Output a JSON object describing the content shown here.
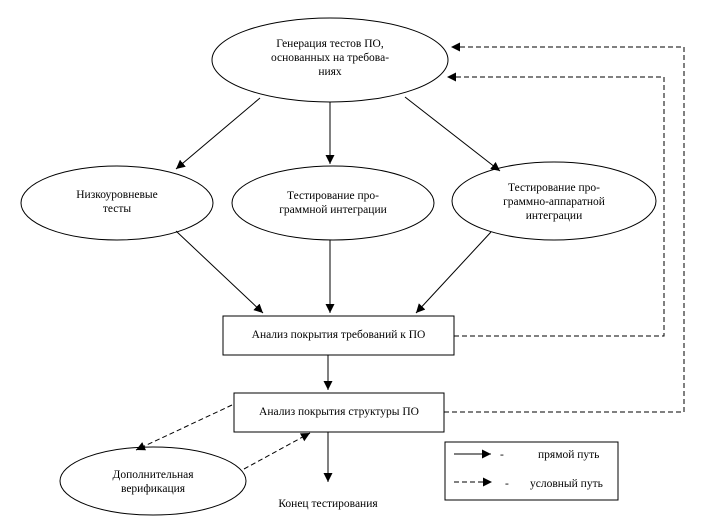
{
  "nodes": {
    "generate": [
      "Генерация тестов ПО,",
      "основанных на требова-",
      "ниях"
    ],
    "low_level": [
      "Низкоуровневые",
      "тесты"
    ],
    "sw_integration": [
      "Тестирование про-",
      "граммной интеграции"
    ],
    "hw_integration": [
      "Тестирование про-",
      "граммно-аппаратной",
      "интеграции"
    ],
    "req_coverage": "Анализ покрытия требований к ПО",
    "struct_coverage": "Анализ покрытия структуры ПО",
    "extra_verification": [
      "Дополнительная",
      "верификация"
    ],
    "end": "Конец тестирования"
  },
  "legend": {
    "direct_dash": "-",
    "direct_label": "прямой путь",
    "conditional_dash": "-",
    "conditional_label": "условный путь"
  }
}
